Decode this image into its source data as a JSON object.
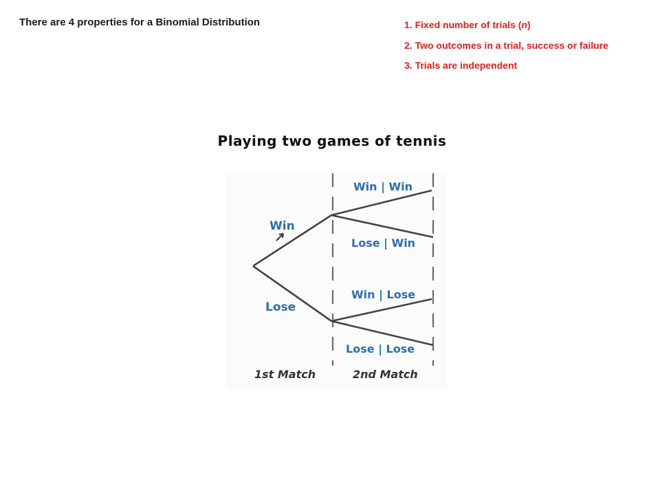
{
  "header": {
    "intro": "There are 4 properties for a Binomial Distribution",
    "accent_color": "#e31e1e",
    "properties": [
      {
        "prefix": "1. Fixed number of trials (",
        "emphasis": "n",
        "suffix": ")"
      },
      {
        "prefix": "2. Two outcomes in a trial, success or failure",
        "emphasis": "",
        "suffix": ""
      },
      {
        "prefix": "3. Trials are independent",
        "emphasis": "",
        "suffix": ""
      }
    ]
  },
  "diagram": {
    "title": "Playing two games of tennis",
    "label_color": "#2a6fb0",
    "first_branches": [
      "Win",
      "Lose"
    ],
    "outcomes": [
      "Win | Win",
      "Lose | Win",
      "Win | Lose",
      "Lose | Lose"
    ],
    "stages": [
      "1st Match",
      "2nd Match"
    ]
  }
}
